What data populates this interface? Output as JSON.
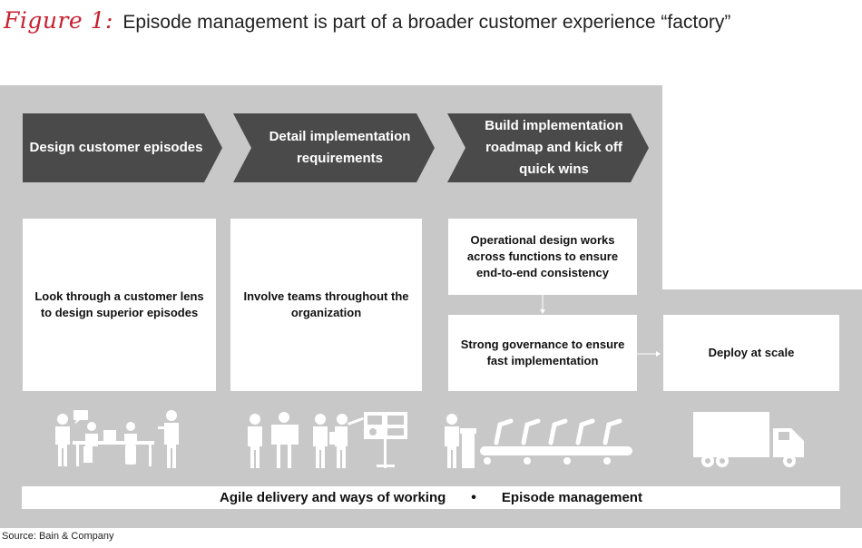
{
  "figure": {
    "label": "Figure 1:",
    "title": "Episode management is part of a broader customer experience “factory”"
  },
  "steps": [
    "Design customer episodes",
    "Detail implementation requirements",
    "Build implementation roadmap and kick off quick wins"
  ],
  "cards": {
    "design": "Look through a customer lens to design superior episodes",
    "involve": "Involve teams throughout the organization",
    "operational": "Operational design works across functions to ensure end-to-end consistency",
    "governance": "Strong governance to ensure fast implementation",
    "deploy": "Deploy at scale"
  },
  "bottom_bar": {
    "left": "Agile delivery and ways of working",
    "separator": "•",
    "right": "Episode management"
  },
  "icons": [
    "team-meeting-icon",
    "planning-workshop-icon",
    "assembly-line-icon",
    "delivery-truck-icon"
  ],
  "colors": {
    "panel": "#c8c8c8",
    "chevron": "#4a4a4a",
    "accent_red": "#c8202f"
  },
  "source": "Source: Bain & Company"
}
